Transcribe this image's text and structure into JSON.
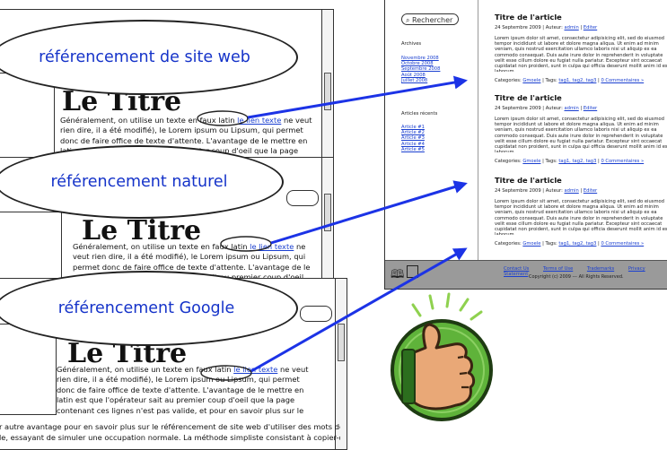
{
  "bubbles": {
    "site_web": "référencement de site web",
    "naturel": "référencement naturel",
    "google": "référencement Google"
  },
  "mockup": {
    "heading": "Le Titre",
    "paragraph_before": "Généralement, on utilise un texte en faux latin ",
    "link": "le lien texte",
    "paragraph_after": " ne veut rien dire, il a été modifié), le Lorem ipsum ou Lipsum, qui permet donc de faire office de texte d'attente. L'avantage de le mettre en latin est que l'opérateur sait au premier coup d'oeil que la page contenant ces lignes n'est pas valide, et pour en savoir plus sur le référencement de site web, dérangée par le contenu, il",
    "bottom_line_1": "r autre avantage pour en savoir plus sur le référencement de site web d'utiliser des mots de",
    "bottom_line_2": "le, essayant de simuler une occupation normale. La méthode simpliste consistant à copier-coller un"
  },
  "blog": {
    "search_placeholder": "Rechercher",
    "archives_title": "Archives",
    "archives": [
      "Novembre 2008",
      "Octobre 2008",
      "Septembre 2008",
      "Août 2008",
      "Juillet 2008"
    ],
    "recent_title": "Articles récents",
    "recent": [
      "Article #1",
      "Article #2",
      "Article #3",
      "Article #4",
      "Article #5"
    ],
    "article_title": "Titre de l'article",
    "meta_date": "24 Septembre 2009 | Auteur: ",
    "meta_author": "admin",
    "meta_sep": " | ",
    "meta_edit": "Editer",
    "body": "Lorem ipsum dolor sit amet, consectetur adipisicing elit, sed do eiusmod tempor incididunt ut labore et dolore magna aliqua. Ut enim ad minim veniam, quis nostrud exercitation ullamco laboris nisi ut aliquip ex ea commodo consequat. Duis aute irure dolor in reprehenderit in voluptate velit esse cillum dolore eu fugiat nulla pariatur. Excepteur sint occaecat cupidatat non proident, sunt in culpa qui officia deserunt mollit anim id est laborum.",
    "cat_prefix": "Categories: ",
    "cat_link": "Gmoele",
    "tags_prefix": " | Tags: ",
    "tags": "tag1, tag2, tag3",
    "comments_sep": " | ",
    "comments": "0 Commentaires »",
    "footer_links": [
      "Contact Us",
      "Terms of Use",
      "Trademarks",
      "Privacy Statement"
    ],
    "copyright": "Copyright (c) 2009 --- All Rights Reserved."
  },
  "colors": {
    "bubble_text": "#1533c9",
    "arrow": "#1c33e6",
    "link": "#1a3fd0",
    "thumb_green": "#5fb33a",
    "thumb_skin": "#e9a877"
  }
}
